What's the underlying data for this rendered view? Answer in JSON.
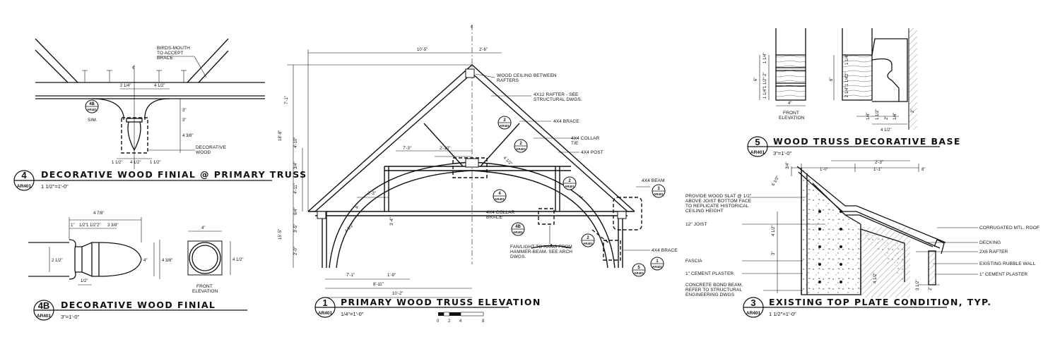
{
  "details": {
    "d4": {
      "number": "4",
      "title": "DECORATIVE WOOD FINIAL @ PRIMARY TRUSS",
      "sheet": "AR401",
      "scale": "1 1/2\"=1'-0\""
    },
    "d4b": {
      "number": "4B",
      "title": "DECORATIVE WOOD FINIAL",
      "sheet": "AR401",
      "scale": "3\"=1'-0\""
    },
    "d1": {
      "number": "1",
      "title": "PRIMARY WOOD TRUSS ELEVATION",
      "sheet": "AR401",
      "scale": "1/4\"=1'-0\""
    },
    "d5": {
      "number": "5",
      "title": "WOOD TRUSS DECORATIVE BASE",
      "sheet": "AR401",
      "scale": "3\"=1'-0\""
    },
    "d3": {
      "number": "3",
      "title": "EXISTING TOP PLATE CONDITION, TYP.",
      "sheet": "AR401",
      "scale": "1 1/2\"=1'-0\""
    }
  },
  "notes": {
    "birdsmouth": [
      "BIRDS-MOUTH",
      "TO ACCEPT",
      "BRACE"
    ],
    "decorative_wood": [
      "DECORATIVE",
      "WOOD"
    ],
    "sim": "SIM.",
    "front_elevation": [
      "FRONT",
      "ELEVATION"
    ],
    "wood_ceiling": [
      "WOOD CEILING BETWEEN",
      "RAFTERS"
    ],
    "rafter": [
      "4X12 RAFTER - SEE",
      "STRUCTURAL DWGS."
    ],
    "brace_4x4": "4X4 BRACE",
    "collar_tie": [
      "4X4 COLLAR",
      "TIE"
    ],
    "post_4x4": "4X4 POST",
    "beam_4x4": "4X4 BEAM",
    "collar_brace": [
      "4X4 COLLAR",
      "BRACE"
    ],
    "fan_light": [
      "FAN/LIGHT TO HANG FROM",
      "HAMMER-BEAM. SEE ARCH",
      "DWGS."
    ],
    "brace_4x4_b": "4X4 BRACE",
    "wood_slat": [
      "PROVIDE WOOD SLAT @ 1/2\"",
      "ABOVE JOIST BOTTOM FACE",
      "TO REPLICATE HISTORICAL",
      "CEILING HEIGHT"
    ],
    "joist": "12\" JOIST",
    "fascia": "FASCIA",
    "cement_plaster": "1\" CEMENT PLASTER",
    "bond_beam": [
      "CONCRETE BOND BEAM,",
      "REFER TO STRUCTURAL",
      "ENGINEERING DWGS"
    ],
    "corrugated_roof": "CORRUGATED MTL. ROOF",
    "decking": "DECKING",
    "rafter_2x6": "2X6 RAFTER",
    "rubble_wall": "EXISTING RUBBLE WALL",
    "cement_plaster_b": "1\" CEMENT PLASTER"
  },
  "dims": {
    "d4_top_left": "2 1/4\"",
    "d4_top_right": "4 1/2\"",
    "d4_right_a": "3\"",
    "d4_right_b": "3\"",
    "d4_right_c": "4 3/8\"",
    "d4_bot_a": "1 1/2\"",
    "d4_bot_b": "4 1/2\"",
    "d4_bot_c": "1 1/2\"",
    "d4b_top": "4 7/8\"",
    "d4b_a": "1\"",
    "d4b_b": "1/2\"",
    "d4b_c": "1 1/2\"",
    "d4b_d": "2\"",
    "d4b_e": "3 3/8\"",
    "d4b_left": "2 1/2\"",
    "d4b_r1": "4\"",
    "d4b_r2": "4 3/8\"",
    "d4b_low": "1/2\"",
    "d4b_fe_top": "4\"",
    "d4b_fe_right": "4 1/2\"",
    "d1_top_a": "10'-5\"",
    "d1_top_b": "2'-6\"",
    "d1_left_a": "7'-1\"",
    "d1_left_b": "18'-8\"",
    "d1_left_c": "4'-10\"",
    "d1_left_d": "4'-11\"",
    "d1_left_e": "15'-5\"",
    "d1_left_f": "3'-5\"",
    "d1_left_g": "2'-0\"",
    "d1_left_h": "3/4\"",
    "d1_left_i": "9/4\"",
    "d1_mid_a": "7'-3\"",
    "d1_mid_b": "2'-10\"",
    "d1_mid_c": "2'-3\"",
    "d1_mid_d": "4\"",
    "d1_mid_e": "3'-4\"",
    "d1_mid_f": "4 1/2\"",
    "d1_bot_a": "7'-1\"",
    "d1_bot_b": "1'-9\"",
    "d1_bot_c": "8'-11\"",
    "d1_bot_d": "10'-2\"",
    "d1_rmid_a": "4\"",
    "d1_rmid_b": "4 1/2\"",
    "d5_left": "6\"",
    "d5_bot": "4\"",
    "d5_la": "1 1/4\"",
    "d5_lb": "2\"",
    "d5_lc": "1 1/2\"",
    "d5_ld": "1 1/4\"",
    "d5_right": "6\"",
    "d5_ra": "1 1/4\"",
    "d5_rb": "2\"",
    "d5_rc": "1 1/4\"",
    "d5_rd": "2 1/4\"",
    "d5_ba": "1/4\"",
    "d5_bb": "1 1/2\"",
    "d5_bc": "2\"",
    "d5_bd": "1/4\"",
    "d5_be": "4 1/2\"",
    "d5_bf": "2\"",
    "d3_top_a": "2'-3\"",
    "d3_top_b": "1'-0\"",
    "d3_top_c": "1'-1\"",
    "d3_top_d": "8\"",
    "d3_left_a": "3/4\"",
    "d3_left_b": "6 1/2\"",
    "d3_left_c": "4 1/2\"",
    "d3_left_d": "3\"",
    "d3_left_e": "4 1/2\"",
    "d3_bot_a": "3 1/2\"",
    "d3_bot_b": "2\""
  },
  "tags": {
    "t4b": {
      "n": "4B",
      "s": "AR401"
    },
    "t2a": {
      "n": "2",
      "s": "AR401"
    },
    "t2b": {
      "n": "2",
      "s": "AR401"
    },
    "t4": {
      "n": "4",
      "s": "AR401"
    },
    "t2c": {
      "n": "2",
      "s": "AR401"
    },
    "t3": {
      "n": "3",
      "s": "AR401"
    },
    "t4b2": {
      "n": "4B",
      "s": "AR401"
    },
    "t2d": {
      "n": "2",
      "s": "AR401"
    },
    "t5": {
      "n": "5",
      "s": "AR401"
    },
    "t1": {
      "n": "1",
      "s": "AR401"
    },
    "t2e": {
      "n": "2",
      "s": "AR401"
    }
  },
  "scale_bar": {
    "labels": [
      "0",
      "2",
      "4",
      "8"
    ]
  },
  "centerline_symbol": "¢"
}
